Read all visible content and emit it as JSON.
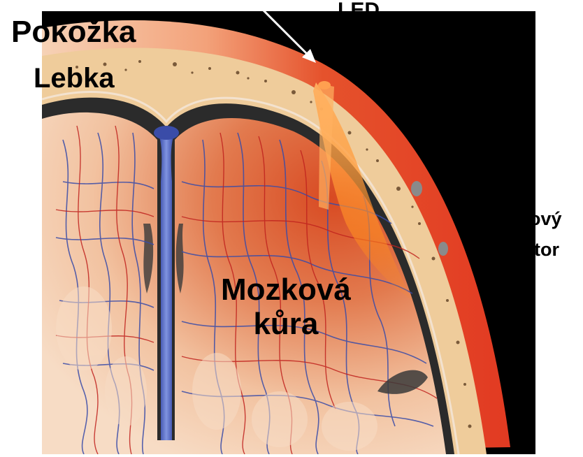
{
  "labels": {
    "scalp": "Pokožka",
    "skull": "Lebka",
    "led": "LED",
    "detector_1": "r",
    "detector_2_line1": "ový",
    "detector_2_line2": "ktor",
    "cortex_line1": "Mozková",
    "cortex_line2": "kůra"
  },
  "colors": {
    "background": "#000000",
    "scalp": "#e23a22",
    "scalp_highlight": "#f6d2b6",
    "skull": "#efcc9b",
    "skull_pores": "#7a5a3a",
    "dura": "#2b2b2b",
    "cortex_light": "#f3c9a6",
    "cortex_dark": "#c8421f",
    "vein": "#3a4ca8",
    "artery": "#c0221e",
    "sinus": "#6a7fd0",
    "light_beam": "#ff9a2a",
    "arrow": "#ffffff",
    "text": "#000000"
  },
  "icons": {
    "led_arrow": "arrow-icon",
    "detector": "dot-shape"
  }
}
